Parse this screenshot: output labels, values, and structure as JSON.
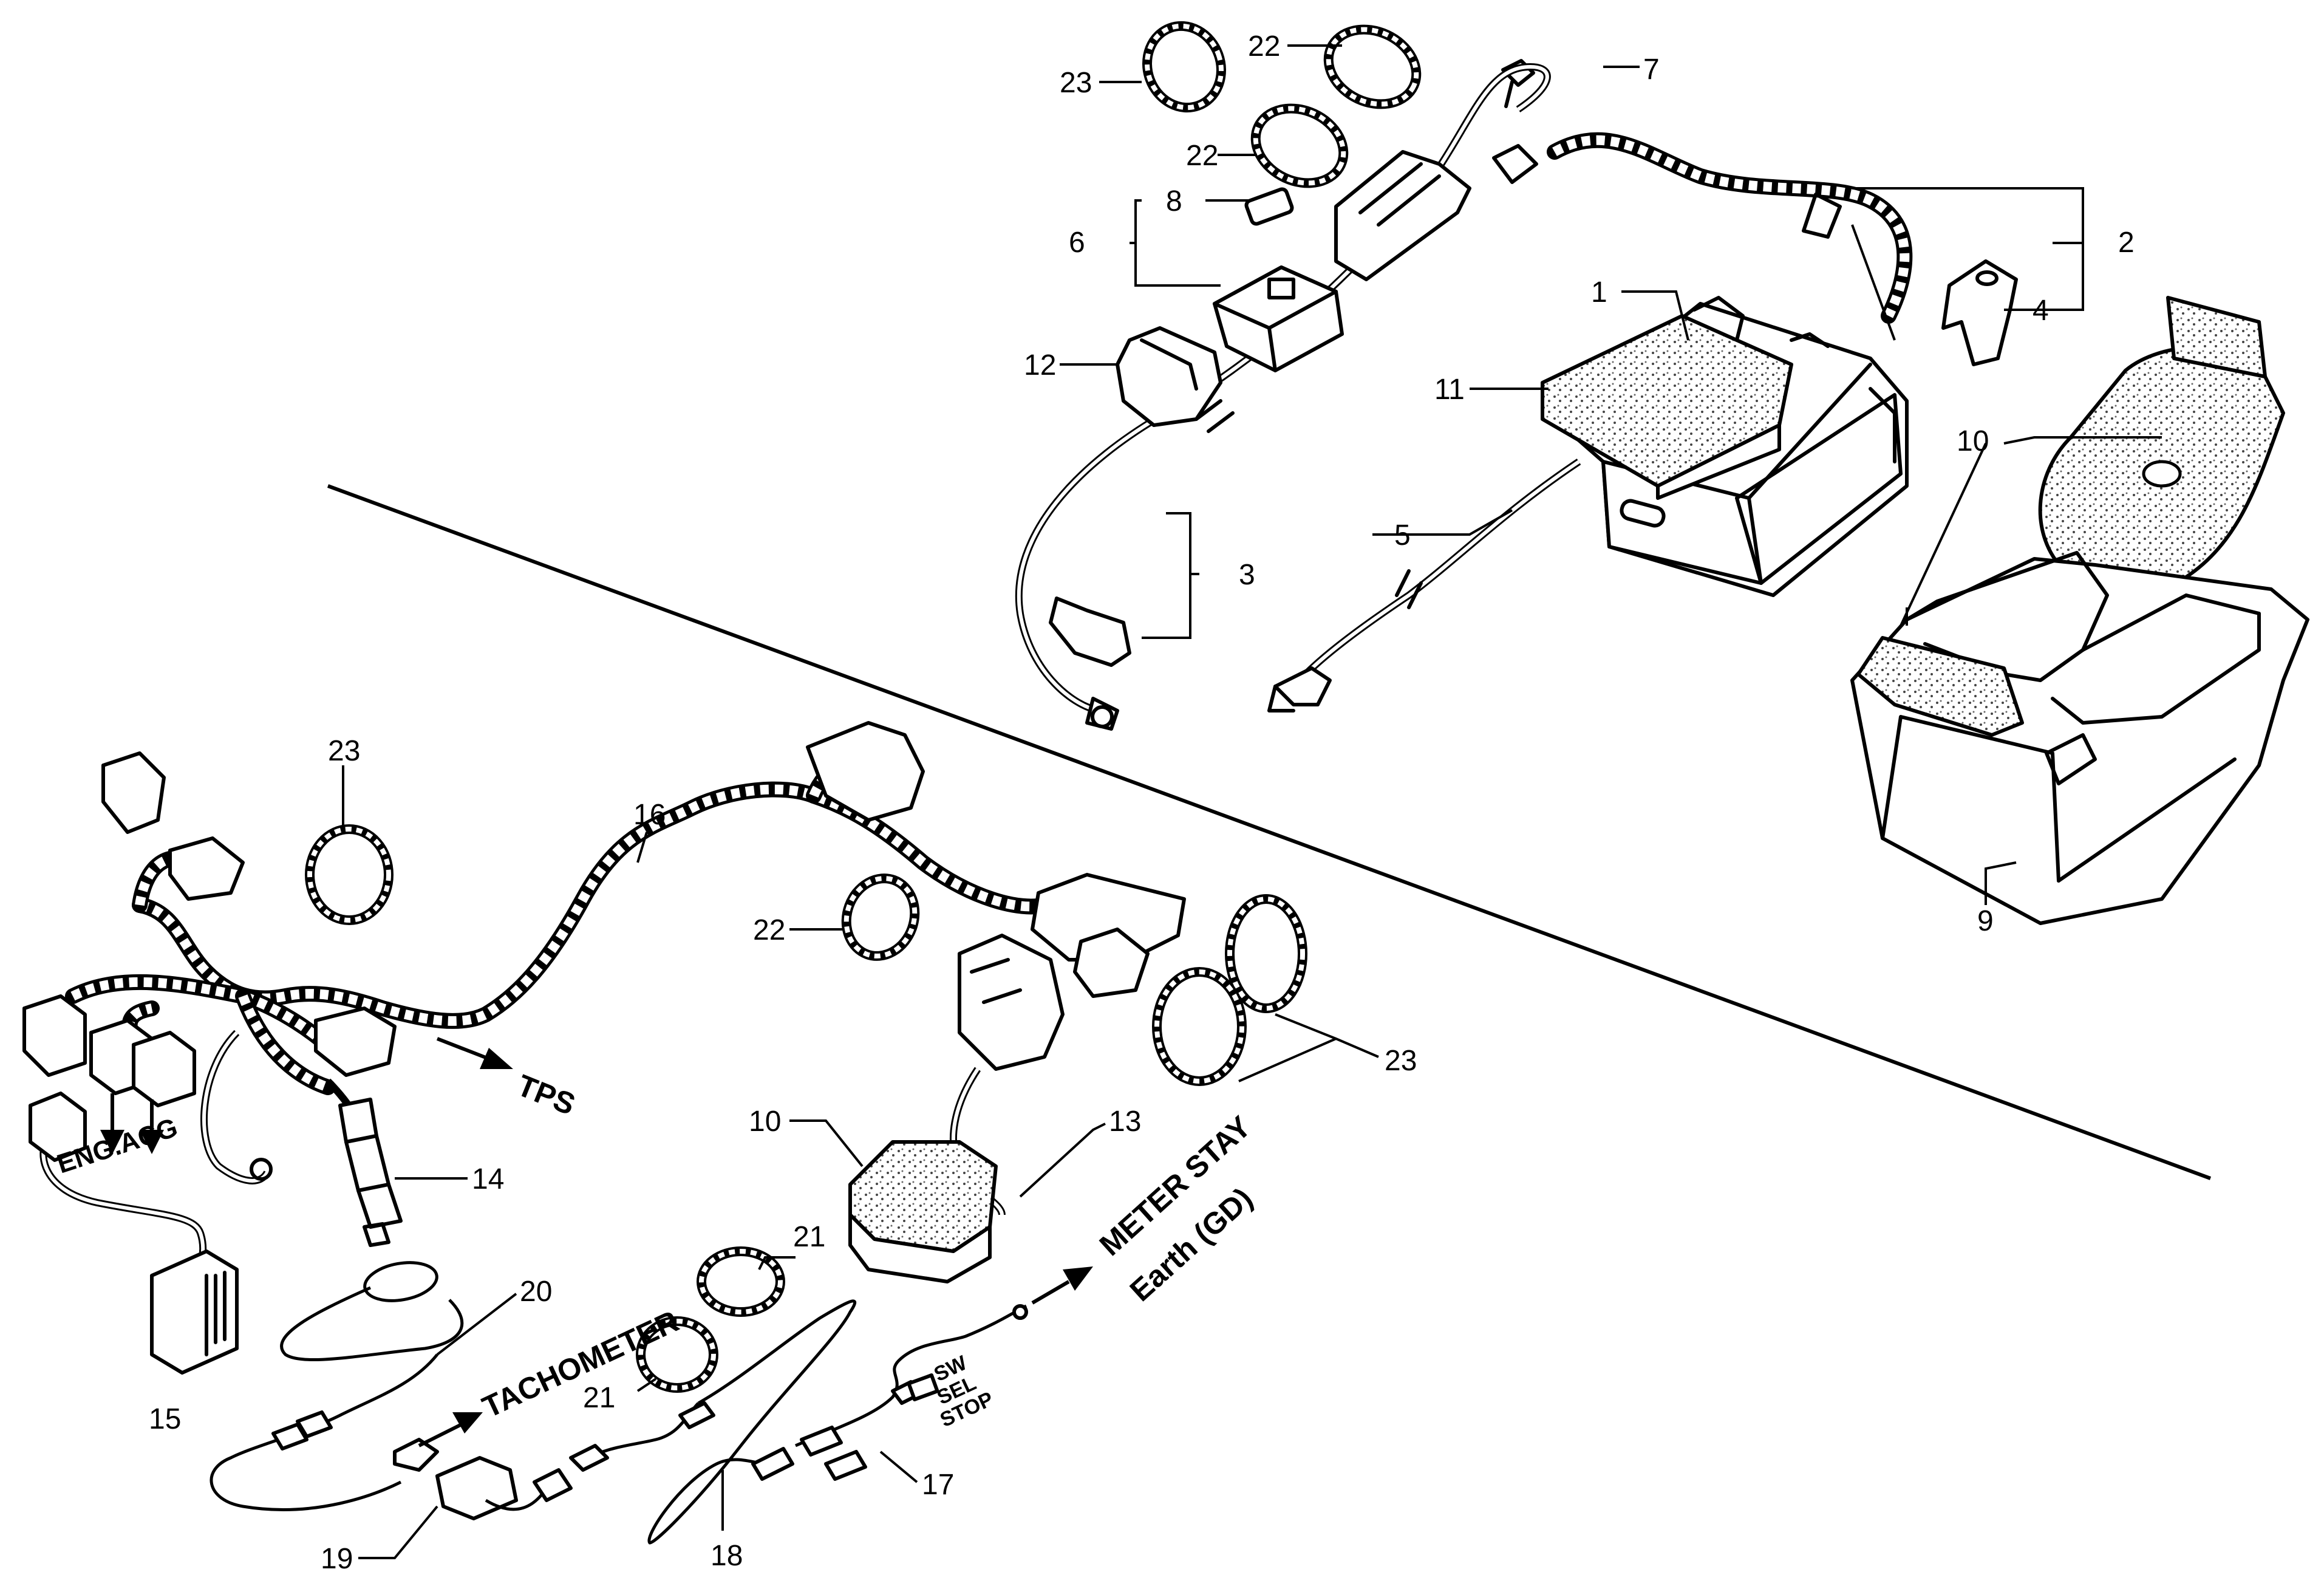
{
  "diagram": {
    "callouts": [
      {
        "id": "c1",
        "text": "1"
      },
      {
        "id": "c2",
        "text": "2"
      },
      {
        "id": "c3",
        "text": "3"
      },
      {
        "id": "c4",
        "text": "4"
      },
      {
        "id": "c5",
        "text": "5"
      },
      {
        "id": "c6",
        "text": "6"
      },
      {
        "id": "c7",
        "text": "7"
      },
      {
        "id": "c8",
        "text": "8"
      },
      {
        "id": "c9",
        "text": "9"
      },
      {
        "id": "c10a",
        "text": "10"
      },
      {
        "id": "c10b",
        "text": "10"
      },
      {
        "id": "c11",
        "text": "11"
      },
      {
        "id": "c12",
        "text": "12"
      },
      {
        "id": "c13",
        "text": "13"
      },
      {
        "id": "c14",
        "text": "14"
      },
      {
        "id": "c15",
        "text": "15"
      },
      {
        "id": "c16",
        "text": "16"
      },
      {
        "id": "c17",
        "text": "17"
      },
      {
        "id": "c18",
        "text": "18"
      },
      {
        "id": "c19",
        "text": "19"
      },
      {
        "id": "c20",
        "text": "20"
      },
      {
        "id": "c21a",
        "text": "21"
      },
      {
        "id": "c21b",
        "text": "21"
      },
      {
        "id": "c22a",
        "text": "22"
      },
      {
        "id": "c22b",
        "text": "22"
      },
      {
        "id": "c22c",
        "text": "22"
      },
      {
        "id": "c23a",
        "text": "23"
      },
      {
        "id": "c23b",
        "text": "23"
      },
      {
        "id": "c23c",
        "text": "23"
      }
    ],
    "labels": {
      "tps": "TPS",
      "eng_acg": "ENG.ACG",
      "tachometer": "TACHOMETER",
      "meter_stay": "METER STAY",
      "earth_gd": "Earth (GD)",
      "sw": "SW",
      "sel": "SEL",
      "stop": "STOP"
    }
  }
}
